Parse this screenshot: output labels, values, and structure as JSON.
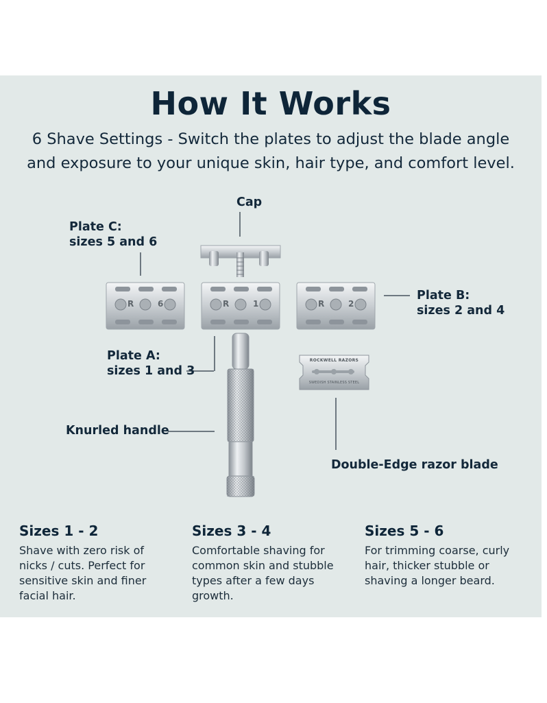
{
  "colors": {
    "panel_bg": "#e2e9e8",
    "text_dark": "#0e2538",
    "metal_light": "#e9ecee",
    "metal_dark": "#8d949b"
  },
  "header": {
    "title": "How It Works",
    "subtitle_lines": [
      "6 Shave Settings - Switch the plates to adjust the blade angle",
      "and exposure to your unique skin, hair type, and comfort level."
    ]
  },
  "labels": {
    "cap": "Cap",
    "plate_c": [
      "Plate C:",
      "sizes 5 and 6"
    ],
    "plate_b": [
      "Plate B:",
      "sizes 2 and 4"
    ],
    "plate_a": [
      "Plate A:",
      "sizes 1 and 3"
    ],
    "handle": "Knurled handle",
    "blade": "Double-Edge razor blade"
  },
  "plates": {
    "c": {
      "left": "R",
      "right": "6"
    },
    "a": {
      "left": "R",
      "right": "1"
    },
    "b": {
      "left": "R",
      "right": "2"
    }
  },
  "blade_print": {
    "top": "ROCKWELL RAZORS",
    "bottom": "SWEDISH STAINLESS STEEL"
  },
  "sizes": [
    {
      "heading": "Sizes 1 - 2",
      "lines": [
        "Shave with zero risk of",
        "nicks / cuts. Perfect for",
        "sensitive skin and finer",
        "facial hair."
      ]
    },
    {
      "heading": "Sizes 3 - 4",
      "lines": [
        "Comfortable shaving for",
        "common skin and stubble",
        "types after a few days",
        "growth."
      ]
    },
    {
      "heading": "Sizes 5 - 6",
      "lines": [
        "For trimming coarse, curly",
        "hair, thicker stubble or",
        "shaving a longer beard."
      ]
    }
  ]
}
